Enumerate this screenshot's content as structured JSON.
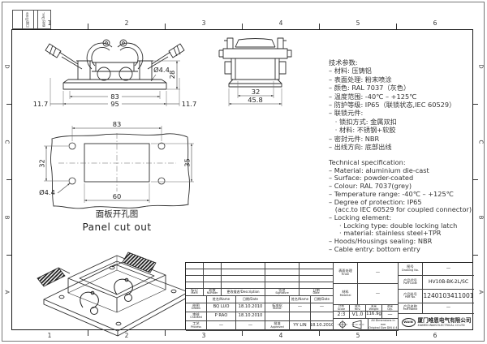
{
  "frame": {
    "top_numbers": [
      "1",
      "2",
      "3",
      "4",
      "5",
      "6"
    ],
    "bottom_numbers": [
      "1",
      "2",
      "3",
      "4",
      "5",
      "6"
    ],
    "left_letters": [
      "D",
      "C",
      "B",
      "A"
    ],
    "right_letters": [
      "D",
      "C",
      "B",
      "A"
    ],
    "corner_strip": {
      "cell_a": "日期/Date",
      "cell_b": "更改 Des."
    }
  },
  "front_view": {
    "dim_83": "83",
    "dim_95": "95",
    "dim_11_7_left": "11.7",
    "dim_11_7_right": "11.7",
    "dim_28": "28",
    "dim_hole": "Ø4.4"
  },
  "side_view": {
    "dim_32": "32",
    "dim_45_8": "45.8"
  },
  "panel_cutout": {
    "dim_83": "83",
    "dim_32": "32",
    "dim_35": "35",
    "dim_60": "60",
    "dim_hole": "Ø4.4",
    "caption_zh": "面板开孔图",
    "caption_en": "Panel cut out"
  },
  "spec_zh": {
    "title": "技术参数:",
    "lines": [
      "– 材料: 压铸铝",
      "– 表面处理: 粉末喷涂",
      "– 颜色: RAL 7037（灰色）",
      "– 温度范围: -40℃ – +125℃",
      "– 防护等级: IP65（联锁状态,IEC 60529）",
      "– 联锁元件:",
      "   · 锁扣方式: 金属双扣",
      "   · 材料: 不锈钢+软胶",
      "– 密封元件: NBR",
      "– 出线方向: 底部出线"
    ]
  },
  "spec_en": {
    "title": "Technical specification:",
    "lines": [
      "– Material: aluminium die-cast",
      "– Surface: powder-coated",
      "– Colour: RAL 7037(grey)",
      "– Temperature range: -40℃ – +125℃",
      "– Degree of protection: IP65",
      "   (acc.to IEC 60529 for coupled connector)",
      "– Locking element:",
      "     · Locking type: double locking latch",
      "     · material: stainless steel+TPR",
      "– Hoods/Housings sealing: NBR",
      "– Cable entry: bottom entry"
    ]
  },
  "title_block": {
    "rev_cols": {
      "mark_zh": "标记",
      "mark_en": "Mark",
      "num_zh": "处数",
      "num_en": "Number",
      "desc": "更改描述/Description",
      "sig_zh": "签名",
      "sig_en": "Signature",
      "date_zh": "日期",
      "date_en": "Date"
    },
    "name_header": "姓名/Name",
    "date_header": "日期/Date",
    "rows": {
      "drawn": {
        "zh": "绘图",
        "en": "Drawn",
        "name": "BQ LUO",
        "date": "18.10.2010"
      },
      "checked": {
        "zh": "审核",
        "en": "Checked",
        "name": "P RAO",
        "date": "18.10.2010"
      },
      "process": {
        "zh": "工艺",
        "en": "Process",
        "name": "—",
        "date": "—"
      },
      "stand": {
        "zh": "标准化",
        "en": "Stand.",
        "name": "—",
        "date": "—"
      },
      "approved": {
        "zh": "批准",
        "en": "Approved",
        "name": "YY LIN",
        "date": "18.10.2010"
      }
    },
    "finish": {
      "zh": "表面处理",
      "en": "Finish",
      "value": "—"
    },
    "material": {
      "zh": "材料",
      "en": "Material",
      "value": "—"
    },
    "scale": {
      "zh": "比例",
      "en": "Scale",
      "value": "2:3"
    },
    "rev": {
      "zh": "版本",
      "en": "REV.",
      "value": "V1.0"
    },
    "weight": {
      "zh": "重量",
      "en": "Weight",
      "value": "116.9g"
    },
    "qty": {
      "zh": "数量",
      "en": "Qty.",
      "value": "—"
    },
    "dims_note_line1": "All Dimensions in mm",
    "dims_note_line2": "Original Size DIN A 4",
    "drawing_no": {
      "zh": "图号",
      "en": "Drawing No.",
      "value": "—"
    },
    "part_code": {
      "zh": "产品代号",
      "en": "Part Code",
      "value": "HV10B-BK-2L/SC"
    },
    "part_no": {
      "zh": "产品料号",
      "en": "Part No.",
      "value": "1240103411001"
    },
    "part_name": {
      "zh": "产品名称",
      "en": "Part Name",
      "value": "—"
    },
    "logo": "WAIN",
    "company_zh": "厦门唯恩电气有限公司",
    "company_en": "XIAMEN WAIN ELECTRICAL CO.LTD"
  }
}
